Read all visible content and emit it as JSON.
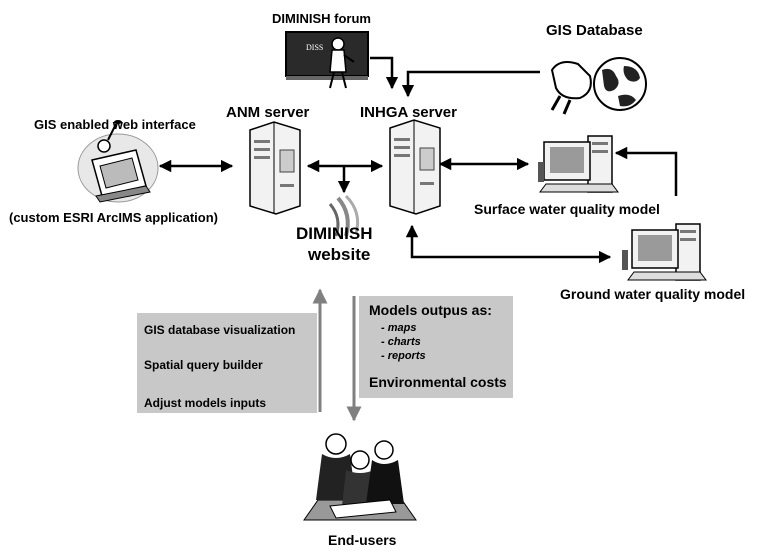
{
  "nodes": {
    "forum": "DIMINISH forum",
    "gis_db": "GIS Database",
    "anm": "ANM server",
    "inhga": "INHGA server",
    "gis_web": "GIS enabled web interface",
    "gis_web_sub": "(custom ESRI ArcIMS application)",
    "website_line1": "DIMINISH",
    "website_line2": "website",
    "surface": "Surface water quality model",
    "ground": "Ground water quality model",
    "end_users": "End-users"
  },
  "forum_board_text": "DISS",
  "left_panel": {
    "items": [
      "GIS database visualization",
      "Spatial query builder",
      "Adjust models inputs"
    ]
  },
  "right_panel": {
    "title": "Models outpus as:",
    "items": [
      "- maps",
      "- charts",
      "- reports"
    ],
    "footer": "Environmental costs"
  },
  "colors": {
    "panel_bg": "#c8c8c8",
    "arrow_gray": "#808080",
    "line": "#000000"
  }
}
